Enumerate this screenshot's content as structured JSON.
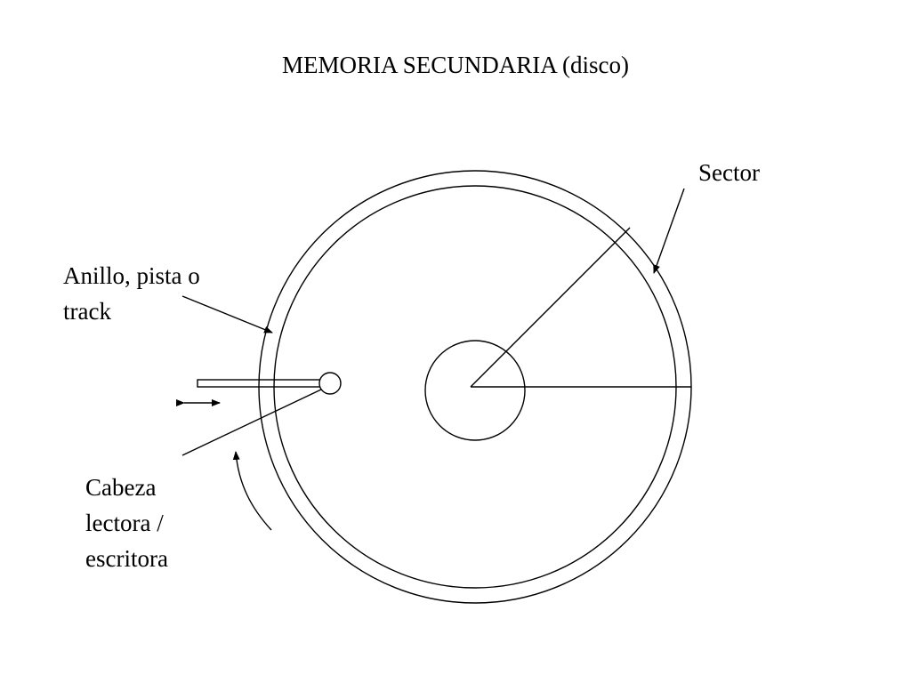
{
  "title": "MEMORIA SECUNDARIA (disco)",
  "labels": {
    "sector": "Sector",
    "track": [
      "Anillo, pista o",
      "track"
    ],
    "head": [
      "Cabeza",
      "lectora /",
      "escritora"
    ]
  },
  "colors": {
    "stroke": "#000000",
    "background": "#ffffff"
  }
}
